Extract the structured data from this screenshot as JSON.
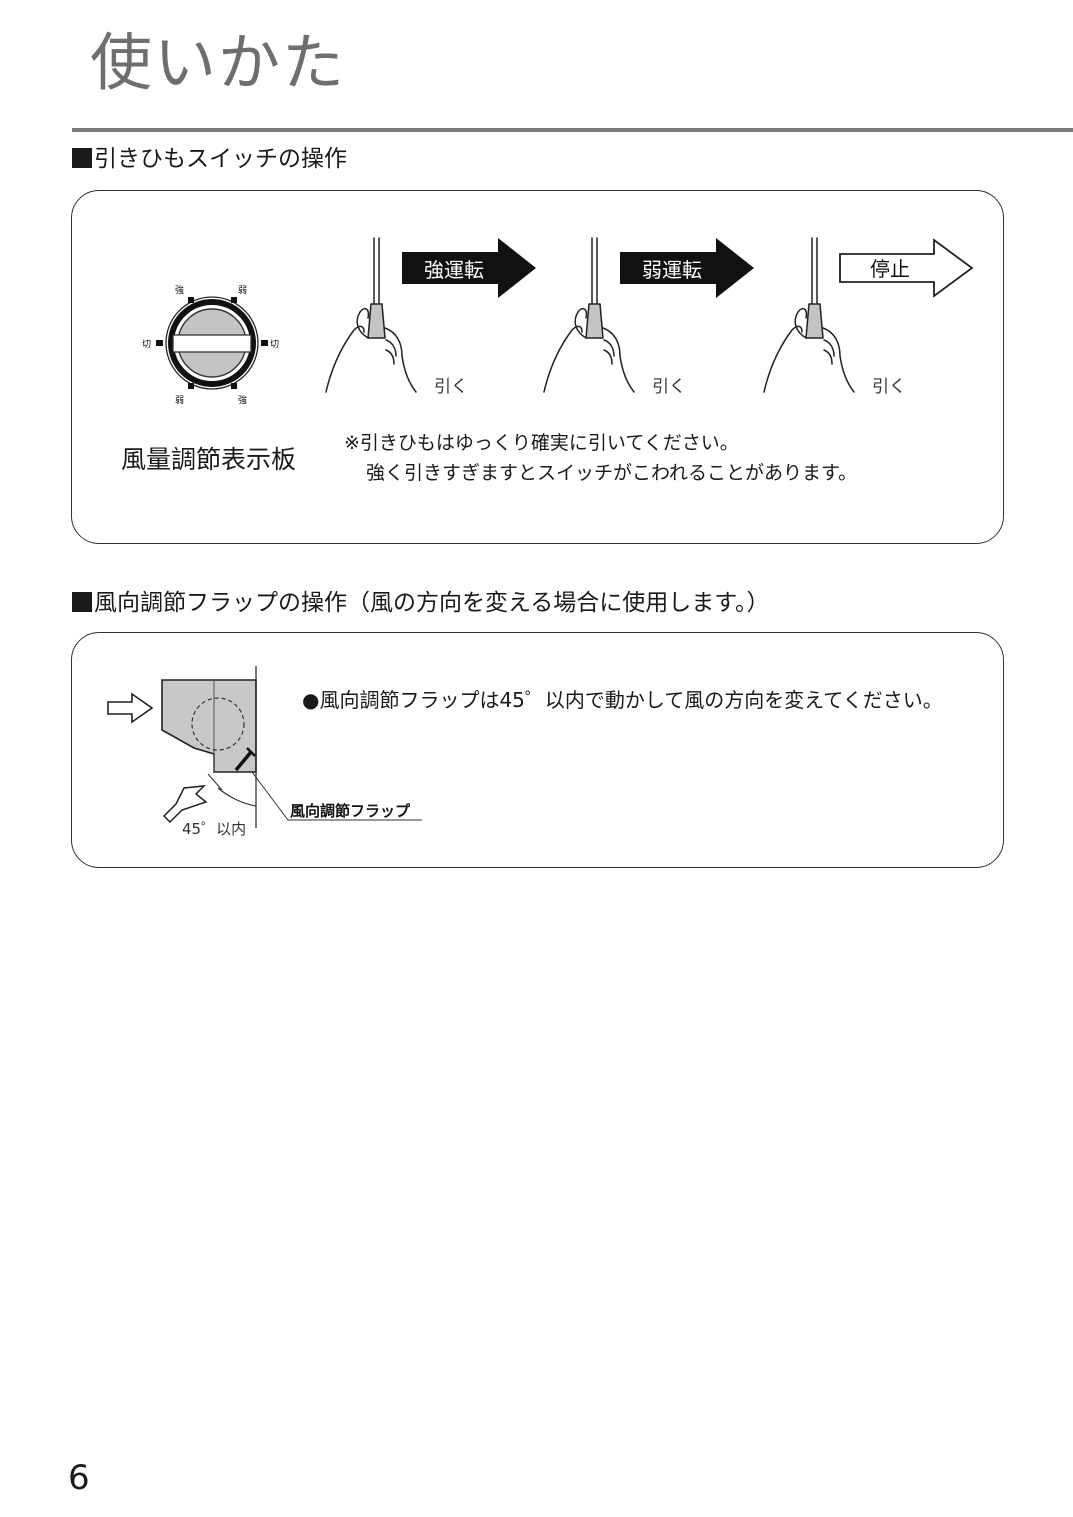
{
  "page": {
    "title": "使いかた",
    "page_number": "6"
  },
  "pull_switch": {
    "heading": "引きひもスイッチの操作",
    "dial": {
      "caption": "風量調節表示板",
      "labels": {
        "top_left": "強",
        "top_right": "弱",
        "left": "切",
        "right": "切",
        "bottom_left": "弱",
        "bottom_right": "強"
      }
    },
    "steps": [
      {
        "arrow_label": "強運転",
        "pull_label": "引く"
      },
      {
        "arrow_label": "弱運転",
        "pull_label": "引く"
      },
      {
        "arrow_label": "停止",
        "pull_label": "引く"
      }
    ],
    "note_line1": "※引きひもはゆっくり確実に引いてください。",
    "note_line2": "強く引きすぎますとスイッチがこわれることがあります。"
  },
  "flap": {
    "heading": "風向調節フラップの操作（風の方向を変える場合に使用します。）",
    "description": "●風向調節フラップは45゜以内で動かして風の方向を変えてください。",
    "diagram": {
      "flap_label": "風向調節フラップ",
      "angle_label": "45゜以内"
    }
  }
}
